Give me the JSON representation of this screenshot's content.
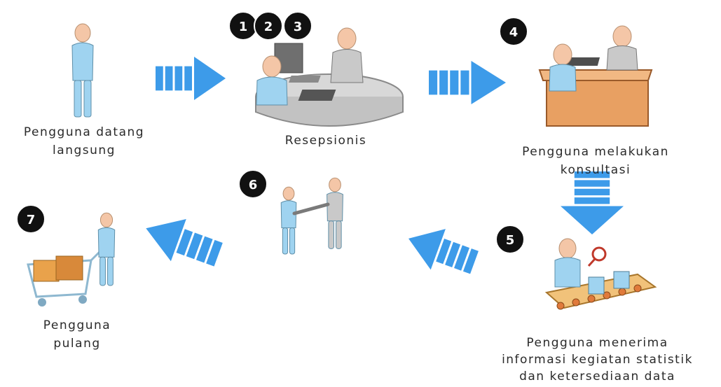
{
  "colors": {
    "arrow": "#3d9be9",
    "person_body": "#9fd3f0",
    "person_head": "#f4c6a7",
    "staff_body": "#c9c9c9",
    "badge": "#111111",
    "desk": "#e8a062"
  },
  "badges": {
    "b1": "1",
    "b2": "2",
    "b3": "3",
    "b4": "4",
    "b5": "5",
    "b6": "6",
    "b7": "7"
  },
  "labels": {
    "step_arrive": [
      "Pengguna datang",
      "langsung"
    ],
    "step_reception": [
      "Resepsionis"
    ],
    "step_consult": [
      "Pengguna melakukan",
      "konsultasi"
    ],
    "step_receive": [
      "Pengguna menerima",
      "informasi kegiatan statistik",
      "dan ketersediaan data"
    ],
    "step_home": [
      "Pengguna",
      "pulang"
    ]
  },
  "icons": {
    "arrive": "standing-person-icon",
    "reception": "receptionist-desk-icon",
    "consult": "consultation-desk-icon",
    "receive": "conveyor-inspection-icon",
    "handshake": "handshake-icon",
    "home": "shopping-cart-person-icon"
  }
}
